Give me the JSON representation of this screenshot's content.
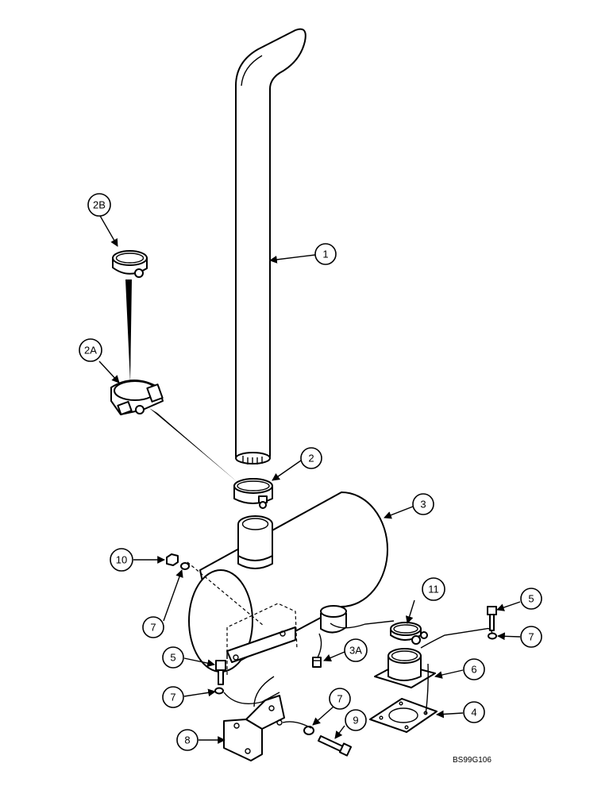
{
  "diagram": {
    "drawing_code": "BS99G106",
    "callouts": [
      {
        "id": "c1",
        "label": "1"
      },
      {
        "id": "c2",
        "label": "2"
      },
      {
        "id": "c2a",
        "label": "2A"
      },
      {
        "id": "c2b",
        "label": "2B"
      },
      {
        "id": "c3",
        "label": "3"
      },
      {
        "id": "c3a",
        "label": "3A"
      },
      {
        "id": "c4",
        "label": "4"
      },
      {
        "id": "c5a",
        "label": "5"
      },
      {
        "id": "c5b",
        "label": "5"
      },
      {
        "id": "c6",
        "label": "6"
      },
      {
        "id": "c7a",
        "label": "7"
      },
      {
        "id": "c7b",
        "label": "7"
      },
      {
        "id": "c7c",
        "label": "7"
      },
      {
        "id": "c7d",
        "label": "7"
      },
      {
        "id": "c8",
        "label": "8"
      },
      {
        "id": "c9",
        "label": "9"
      },
      {
        "id": "c10",
        "label": "10"
      },
      {
        "id": "c11",
        "label": "11"
      }
    ]
  }
}
